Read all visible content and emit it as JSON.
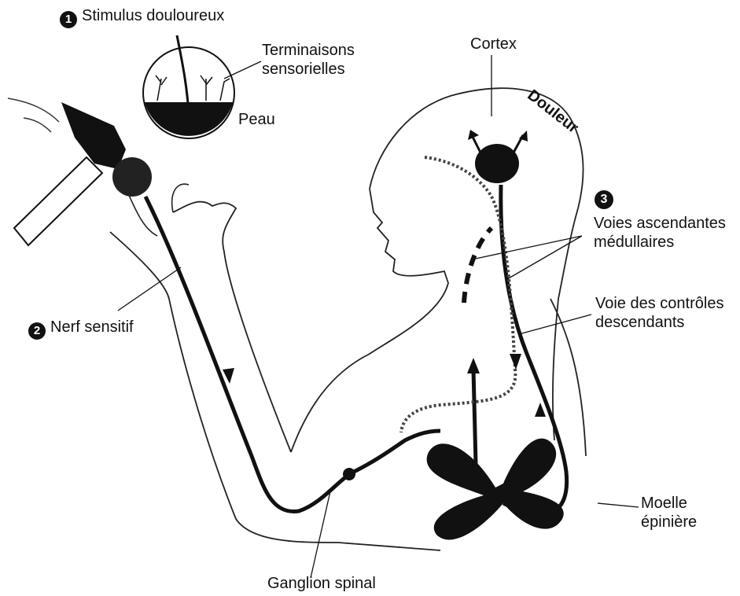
{
  "labels": {
    "stimulus_number": "1",
    "stimulus": "Stimulus douloureux",
    "terminaisons_line1": "Terminaisons",
    "terminaisons_line2": "sensorielles",
    "peau": "Peau",
    "cortex": "Cortex",
    "douleur": "Douleur",
    "voies_number": "3",
    "voies_line1": "Voies ascendantes",
    "voies_line2": "médullaires",
    "controles_line1": "Voie des contrôles",
    "controles_line2": "descendants",
    "nerf_number": "2",
    "nerf": "Nerf sensitif",
    "moelle_line1": "Moelle",
    "moelle_line2": "épinière",
    "ganglion": "Ganglion spinal"
  }
}
